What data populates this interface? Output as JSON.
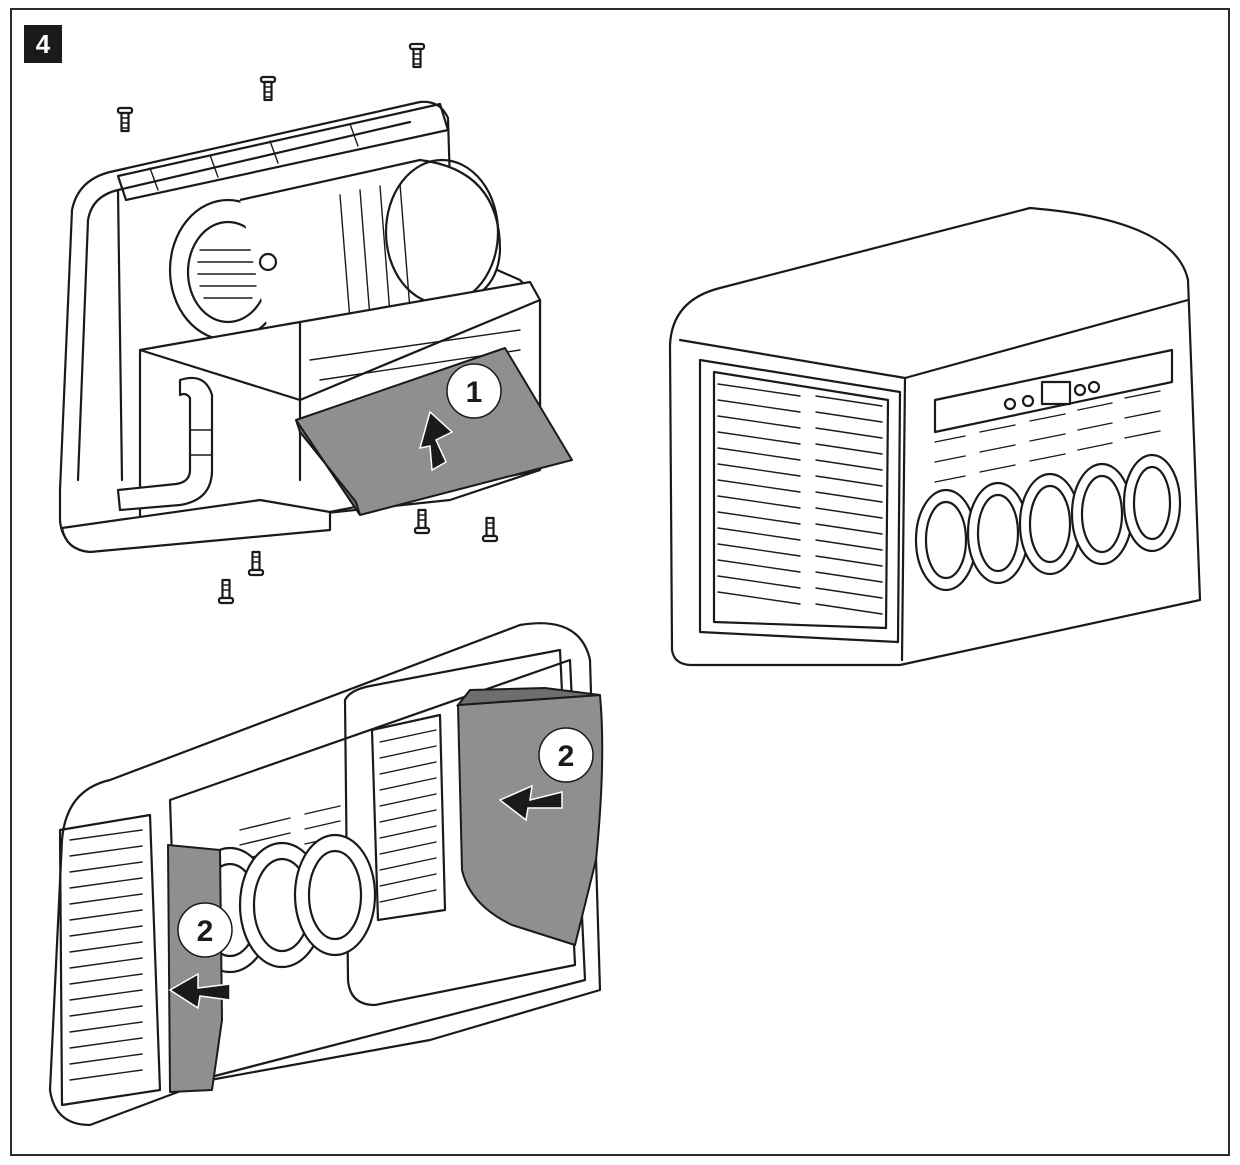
{
  "figure": {
    "step_number": "4",
    "callouts": [
      {
        "label": "1"
      },
      {
        "label": "2"
      },
      {
        "label": "2"
      }
    ]
  },
  "colors": {
    "line": "#1a1a1a",
    "filter_fill": "#8f8f8f",
    "badge_bg": "#1a1a1a",
    "background": "#ffffff"
  },
  "icons": [
    "screw-icon",
    "arrow-icon"
  ]
}
